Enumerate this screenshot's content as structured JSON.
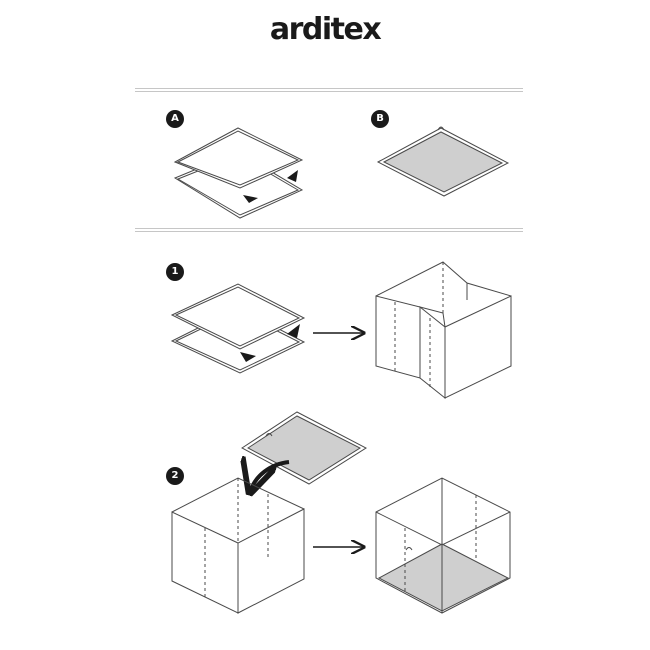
{
  "brand": {
    "logo_text": "arditex"
  },
  "labels": {
    "part_a": "A",
    "part_b": "B",
    "step_1": "1",
    "step_2": "2"
  },
  "colors": {
    "line": "#4a4a4a",
    "panel_fill": "#cfcfcf",
    "badge": "#1a1a1a",
    "divider": "#c6c6c6"
  }
}
